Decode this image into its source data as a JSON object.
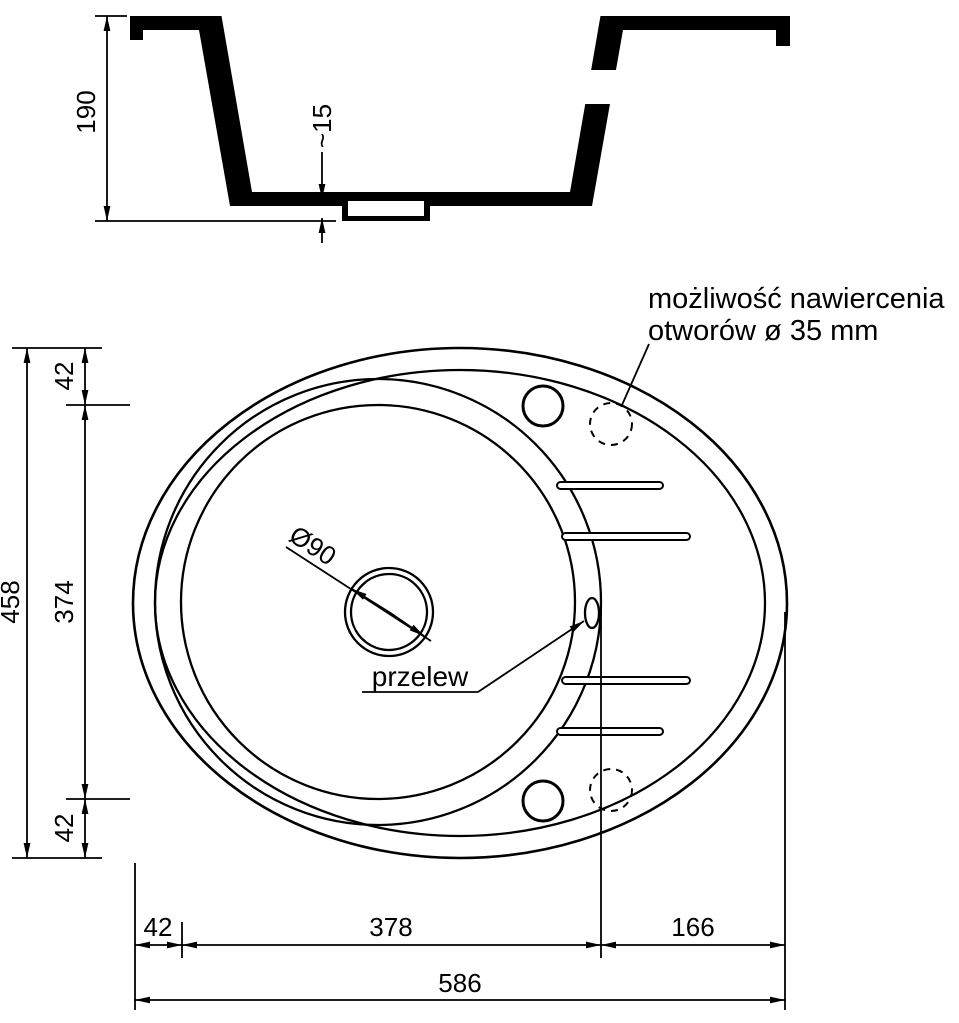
{
  "drawing_title": "sink-technical-drawing",
  "annotations": {
    "drill_note_line1": "możliwość nawiercenia",
    "drill_note_line2": "otworów ø 35 mm",
    "overflow_label": "przelew",
    "drain_diameter_label": "Ø90"
  },
  "dimensions": {
    "side_height": "190",
    "side_recess_depth": "~15",
    "plan_height_total": "458",
    "plan_top_gap": "42",
    "plan_bowl_inner_height": "374",
    "plan_bottom_gap": "42",
    "plan_left_gap": "42",
    "plan_bowl_width": "378",
    "plan_drainer_width": "166",
    "plan_width_total": "586"
  }
}
